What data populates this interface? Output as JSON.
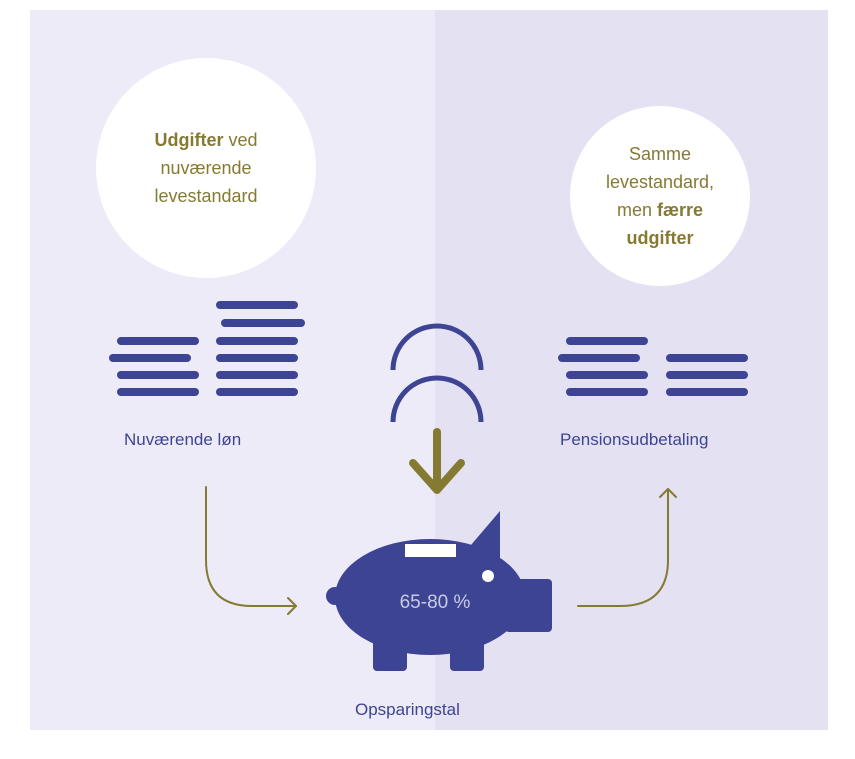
{
  "left_bubble": {
    "strong": "Udgifter",
    "line1_rest": " ved",
    "line2": "nuværende",
    "line3": "levestandard"
  },
  "right_bubble": {
    "line1": "Samme",
    "line2": "levestandard,",
    "line3_pre": "men ",
    "line3_strong": "færre",
    "line4_strong": "udgifter"
  },
  "labels": {
    "salary": "Nuværende løn",
    "pension": "Pensionsudbetaling",
    "savings": "Opsparingstal"
  },
  "piggy": {
    "percent": "65-80 %"
  },
  "colors": {
    "navy": "#3d4494",
    "olive": "#857a32",
    "panel_left": "#ecebf7",
    "panel_right": "#e4e2f2"
  },
  "icons": [
    "coin-stack-icon",
    "coin-icon",
    "down-arrow-icon",
    "piggy-bank-icon",
    "curved-arrow-icon"
  ]
}
